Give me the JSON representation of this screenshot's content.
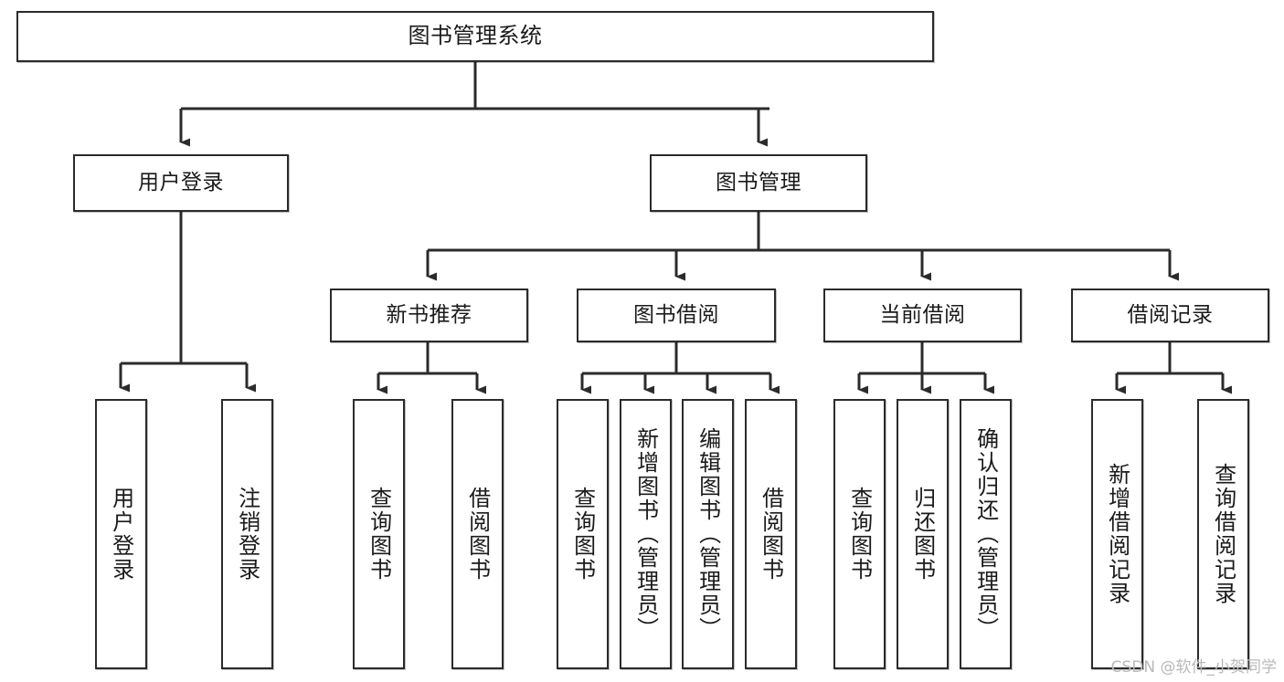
{
  "diagram": {
    "title": "图书管理系统",
    "type": "tree",
    "orientation": "top-down",
    "edge_color": "#2b2b2b",
    "node_border_color": "#2b2b2b",
    "node_fill_color": "#ffffff",
    "text_color": "#1a1a1a"
  },
  "nodes": {
    "root": {
      "label": "图书管理系统"
    },
    "level2": [
      {
        "id": "user-login",
        "label": "用户登录"
      },
      {
        "id": "book-manage",
        "label": "图书管理"
      }
    ],
    "level3": [
      {
        "id": "new-book-recommend",
        "label": "新书推荐"
      },
      {
        "id": "book-borrow",
        "label": "图书借阅"
      },
      {
        "id": "current-borrow",
        "label": "当前借阅"
      },
      {
        "id": "borrow-record",
        "label": "借阅记录"
      }
    ],
    "leaves": [
      {
        "id": "leaf-user-login",
        "label": "用户登录",
        "parent": "user-login"
      },
      {
        "id": "leaf-logout-login",
        "label": "注销登录",
        "parent": "user-login"
      },
      {
        "id": "leaf-query-book-1",
        "label": "查询图书",
        "parent": "new-book-recommend"
      },
      {
        "id": "leaf-borrow-book-1",
        "label": "借阅图书",
        "parent": "new-book-recommend"
      },
      {
        "id": "leaf-query-book-2",
        "label": "查询图书",
        "parent": "book-borrow"
      },
      {
        "id": "leaf-add-book",
        "label": "新增图书（管理员）",
        "parent": "book-borrow"
      },
      {
        "id": "leaf-edit-book",
        "label": "编辑图书（管理员）",
        "parent": "book-borrow"
      },
      {
        "id": "leaf-borrow-book-2",
        "label": "借阅图书",
        "parent": "book-borrow"
      },
      {
        "id": "leaf-query-book-3",
        "label": "查询图书",
        "parent": "current-borrow"
      },
      {
        "id": "leaf-return-book",
        "label": "归还图书",
        "parent": "current-borrow"
      },
      {
        "id": "leaf-confirm-return",
        "label": "确认归还（管理员）",
        "parent": "current-borrow"
      },
      {
        "id": "leaf-add-record",
        "label": "新增借阅记录",
        "parent": "borrow-record"
      },
      {
        "id": "leaf-query-record",
        "label": "查询借阅记录",
        "parent": "borrow-record"
      }
    ]
  },
  "watermark": {
    "text": "CSDN @软件_小贺同学"
  }
}
